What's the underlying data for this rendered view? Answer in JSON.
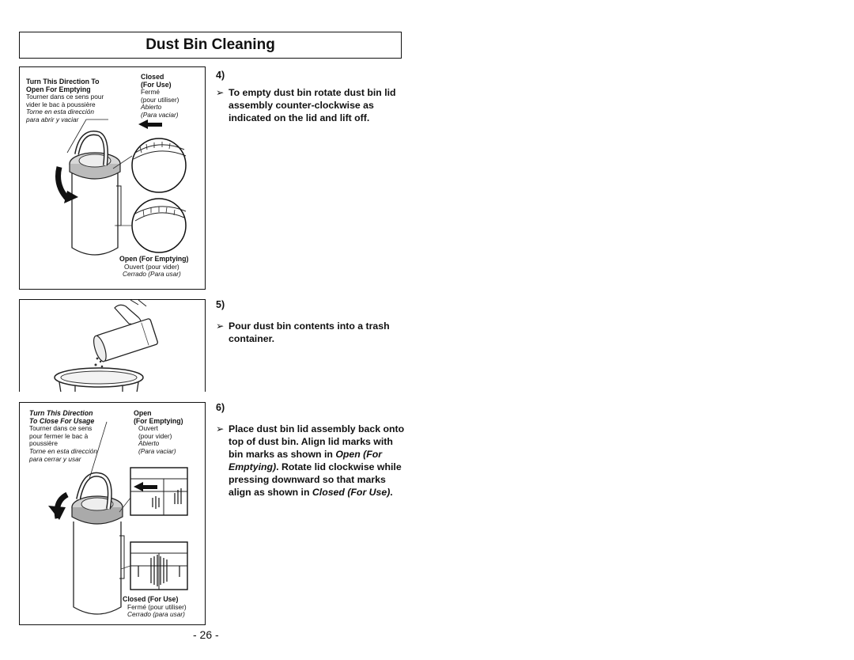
{
  "page": {
    "title": "Dust Bin Cleaning",
    "page_number": "- 26 -"
  },
  "fig1": {
    "turn_en_1": "Turn This Direction To",
    "turn_en_2": "Open For Emptying",
    "turn_fr_1": "Tourner dans ce sens pour",
    "turn_fr_2": "vider le bac à poussière",
    "turn_es_1": "Torne en esta dirección",
    "turn_es_2": "para abrir y vaciar",
    "closed_en_1": "Closed",
    "closed_en_2": "(For Use)",
    "closed_fr_1": "Fermé",
    "closed_fr_2": "(pour utiliser)",
    "closed_es_1": "Abierto",
    "closed_es_2": "(Para vaciar)",
    "open_en": "Open (For Emptying)",
    "open_fr": "Ouvert (pour vider)",
    "open_es": "Cerrado (Para usar)"
  },
  "fig3": {
    "turn_en_1": "Turn This Direction",
    "turn_en_2": "To Close For Usage",
    "turn_fr_1": "Tourner dans ce sens",
    "turn_fr_2": "pour fermer le bac à",
    "turn_fr_3": "poussière",
    "turn_es_1": "Torne en esta dirección",
    "turn_es_2": "para cerrar y usar",
    "open_en_1": "Open",
    "open_en_2": "(For Emptying)",
    "open_fr_1": "Ouvert",
    "open_fr_2": "(pour vider)",
    "open_es_1": "Abierto",
    "open_es_2": "(Para vaciar)",
    "closed_en": "Closed (For Use)",
    "closed_fr": "Fermé   (pour utiliser)",
    "closed_es": "Cerrado   (para usar)"
  },
  "steps": [
    {
      "number": "4)",
      "text": "To empty dust bin rotate dust bin lid assembly counter-clockwise as indicated on the lid and lift off."
    },
    {
      "number": "5)",
      "text": "Pour dust bin contents into a trash container."
    },
    {
      "number": "6)",
      "text_a": "Place dust bin lid assembly back onto top of dust bin. Align lid marks with bin marks as shown in ",
      "text_b": "Open (For Emptying)",
      "text_c": ". Rotate lid clockwise while pressing downward so that marks align as shown in ",
      "text_d": "Closed (For Use)",
      "text_e": "."
    }
  ],
  "bullet_glyph": "➢"
}
